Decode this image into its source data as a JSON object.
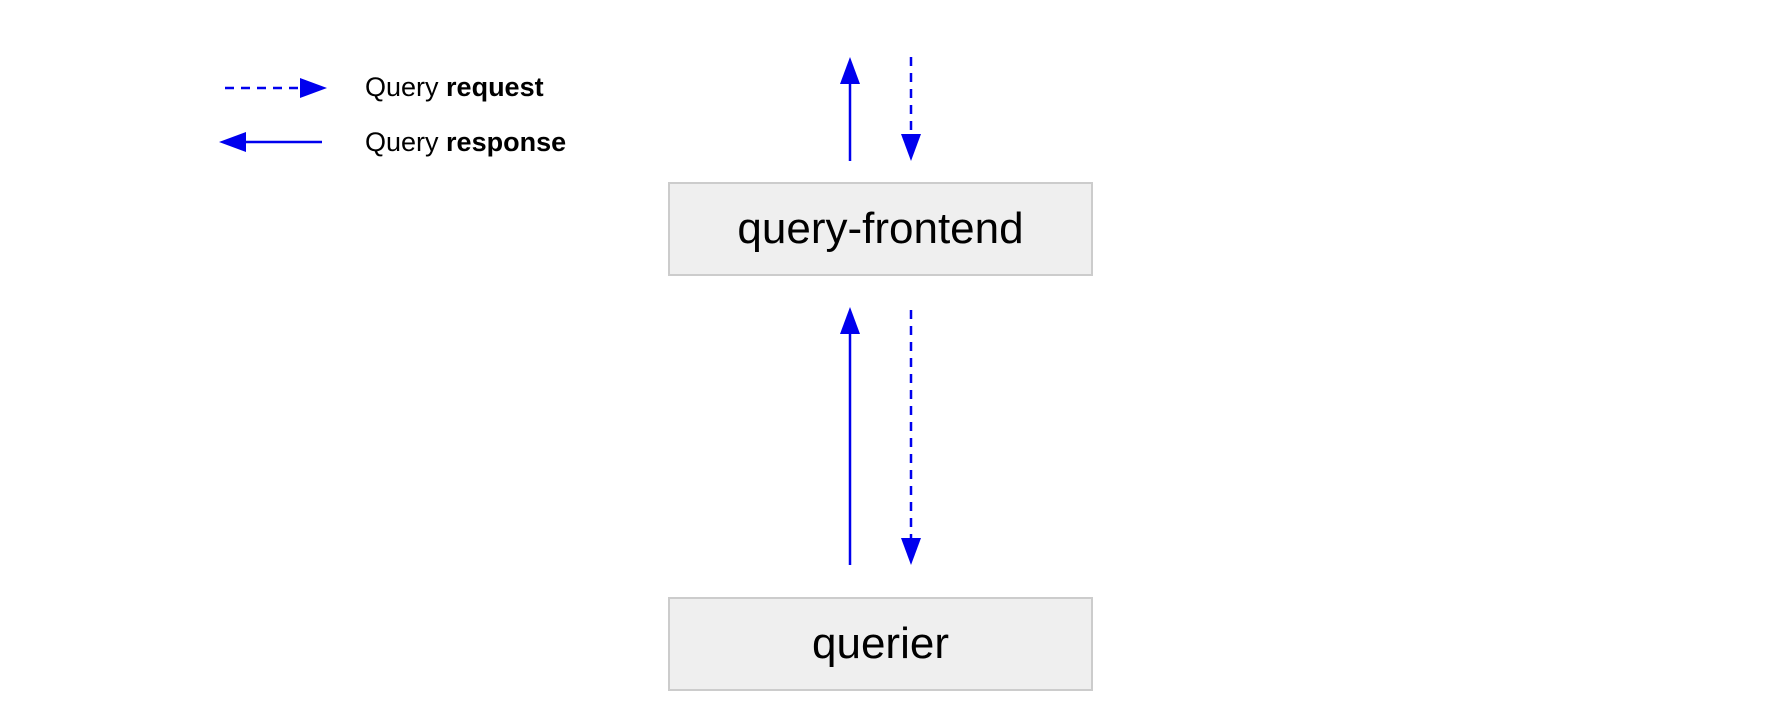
{
  "legend": {
    "request": {
      "prefix": "Query",
      "bold": "request",
      "line_style": "dashed"
    },
    "response": {
      "prefix": "Query",
      "bold": "response",
      "line_style": "solid"
    }
  },
  "nodes": {
    "frontend": {
      "label": "query-frontend"
    },
    "querier": {
      "label": "querier"
    }
  },
  "colors": {
    "arrow": "#0000ee",
    "node_fill": "#efefef",
    "node_border": "#cccccc",
    "text": "#000000"
  }
}
